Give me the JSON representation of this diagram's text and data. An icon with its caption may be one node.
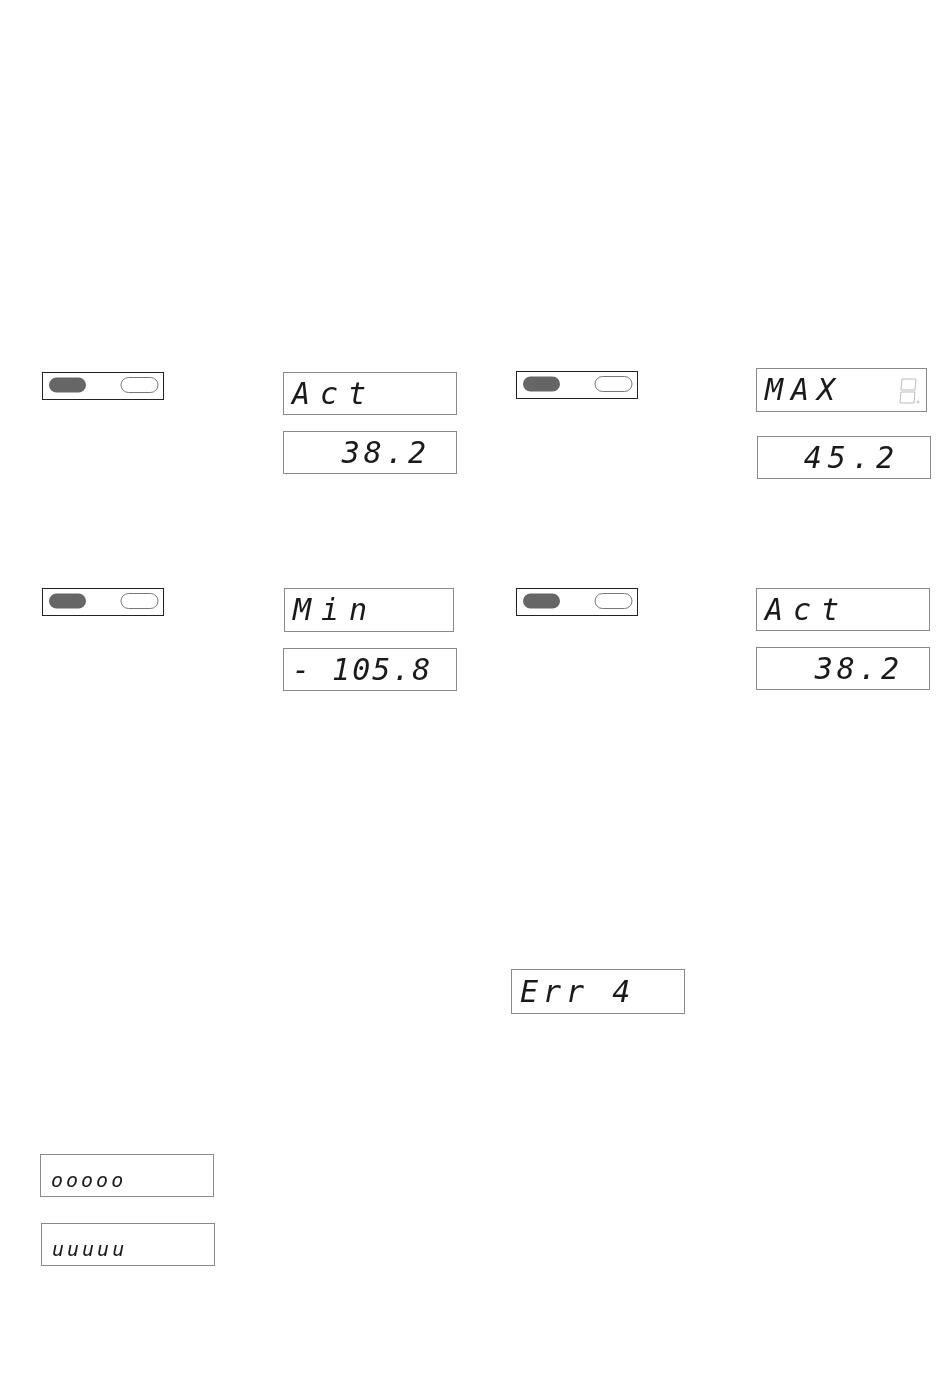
{
  "diagram": {
    "nodes": [
      {
        "text": [],
        "shape": "box"
      },
      {
        "text": [
          "Act"
        ]
      },
      {
        "text": [],
        "shape": "box"
      },
      {
        "text": [
          "MAX"
        ]
      },
      {
        "text": [
          "38.2"
        ]
      },
      {
        "text": [
          "45.2"
        ]
      },
      {
        "text": [],
        "shape": "box"
      },
      {
        "text": [
          "Min"
        ]
      },
      {
        "text": [],
        "shape": "box"
      },
      {
        "text": [
          "Act"
        ]
      },
      {
        "text": [
          "- 105.8"
        ]
      },
      {
        "text": [
          "38.2"
        ]
      },
      {
        "text": [
          "Err 4"
        ]
      },
      {
        "text": [
          "ooooo"
        ]
      },
      {
        "text": [
          "uuuuu"
        ]
      }
    ]
  }
}
